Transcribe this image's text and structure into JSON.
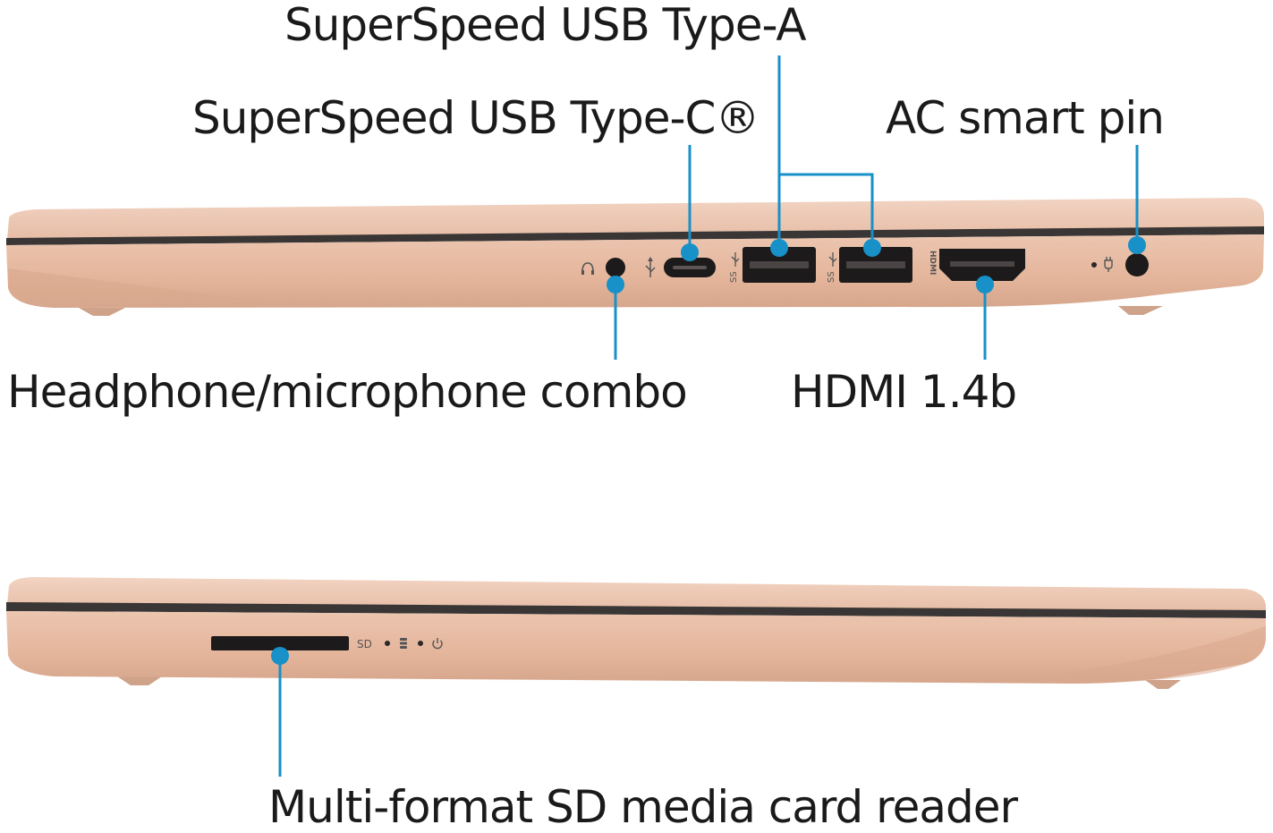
{
  "colors": {
    "callout": "#1890c8",
    "laptop_top": "#e9c2ab",
    "laptop_body": "#e3b49b",
    "laptop_shadow": "#c99d86",
    "seam": "#3a3635",
    "port": "#1c1a1a"
  },
  "labels": {
    "usb_a": "SuperSpeed USB Type-A",
    "usb_c": "SuperSpeed USB Type-C®",
    "ac_pin": "AC smart pin",
    "headphone": "Headphone/microphone combo",
    "hdmi": "HDMI 1.4b",
    "sd_reader": "Multi-format SD media card reader"
  },
  "port_markings": {
    "ss_left": "SS",
    "ss_right": "SS",
    "hdmi_logo": "HDMI",
    "sd": "SD"
  },
  "icons": [
    "headphone-icon",
    "usb-icon",
    "hard-drive-icon",
    "power-icon",
    "plug-icon"
  ]
}
